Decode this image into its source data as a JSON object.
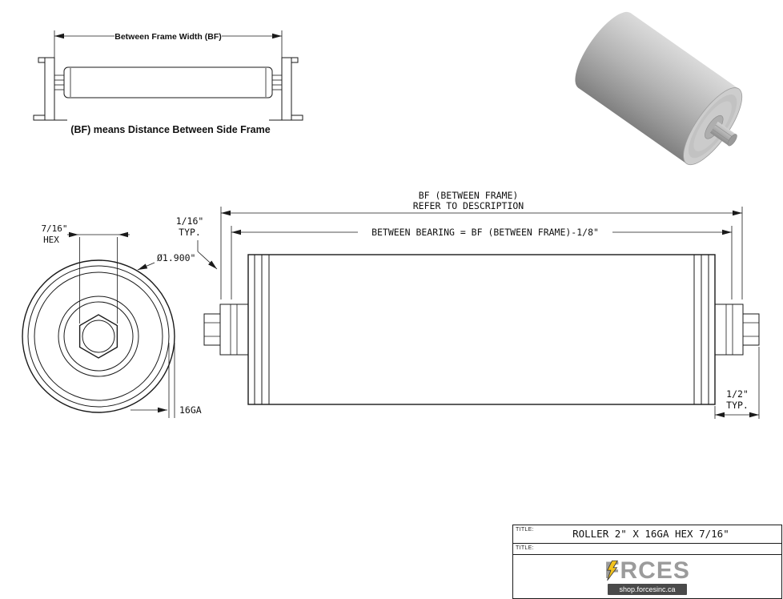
{
  "reference_diagram": {
    "dimension_label": "Between Frame Width (BF)",
    "caption": "(BF) means Distance Between Side Frame"
  },
  "front_view": {
    "hex_size": "7/16\"",
    "hex_word": "HEX",
    "diameter": "Ø1.900\"",
    "gauge": "16GA"
  },
  "side_view": {
    "bf_label_line1": "BF (BETWEEN FRAME)",
    "bf_label_line2": "REFER TO DESCRIPTION",
    "between_bearing_label": "BETWEEN BEARING = BF (BETWEEN FRAME)-1/8\"",
    "end_gap_size": "1/16\"",
    "end_gap_typ": "TYP.",
    "shaft_ext_size": "1/2\"",
    "shaft_ext_typ": "TYP."
  },
  "title_block": {
    "row1_label": "TITLE:",
    "row2_label": "TITLE:",
    "title": "ROLLER 2\" X 16GA HEX 7/16\"",
    "logo_prefix": "F",
    "logo_suffix": "RCES",
    "website": "shop.forcesinc.ca"
  },
  "colors": {
    "line": "#1a1a1a",
    "logo_gray": "#9b9b9b",
    "logo_yellow": "#f2c21d",
    "banner_bg": "#4a4a4a"
  }
}
